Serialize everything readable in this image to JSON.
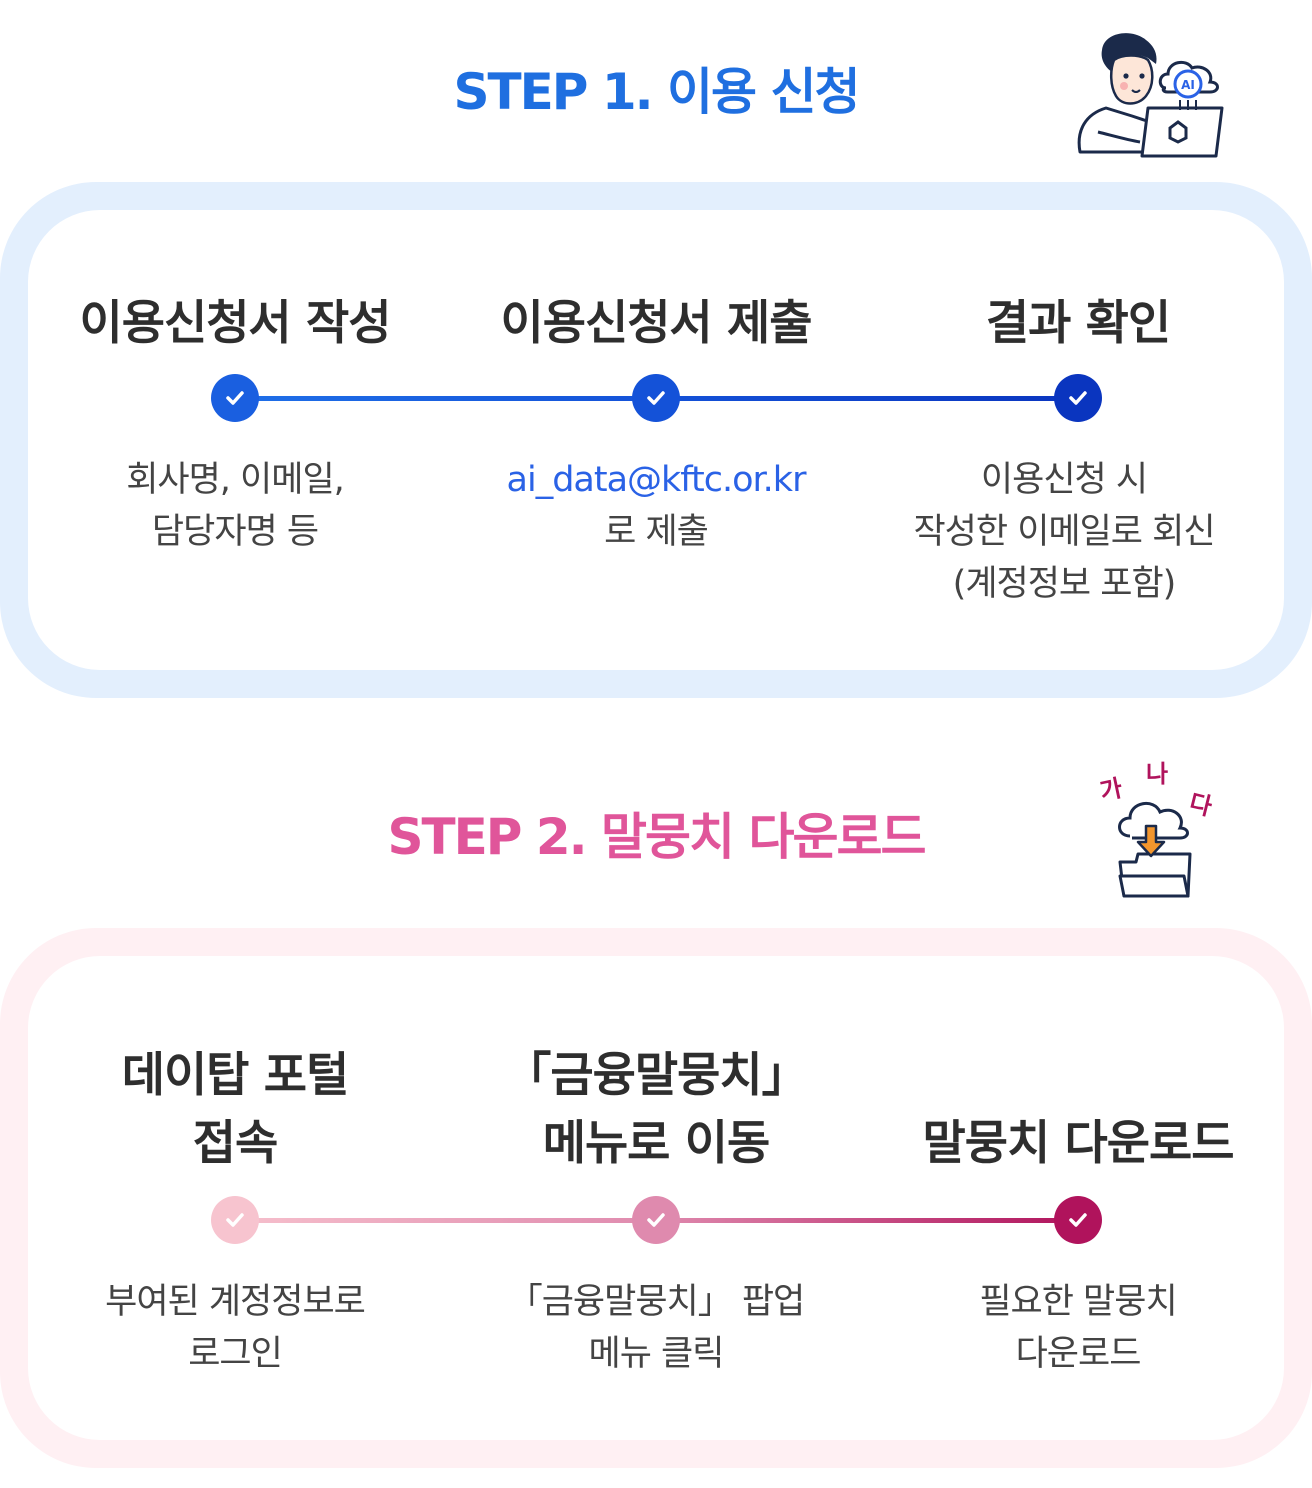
{
  "step1": {
    "title": "STEP 1.  이용 신청",
    "accent": "#1f6fe0",
    "items": [
      {
        "title": "이용신청서 작성",
        "desc_lines": [
          "회사명, 이메일,",
          "담당자명 등"
        ]
      },
      {
        "title": "이용신청서 제출",
        "desc_link": "ai_data@kftc.or.kr",
        "desc_lines": [
          "로 제출"
        ]
      },
      {
        "title": "결과 확인",
        "desc_lines": [
          "이용신청 시",
          "작성한 이메일로 회신",
          "(계정정보 포함)"
        ]
      }
    ],
    "dot_colors": [
      "#1a5fe0",
      "#1452d8",
      "#0a35bf"
    ],
    "line_colors": [
      "#1f6fe8",
      "#0b3ec2"
    ],
    "illustration_icon": "person-laptop-ai-cloud-icon",
    "illustration_badge": "AI"
  },
  "step2": {
    "title": "STEP 2.  말뭉치 다운로드",
    "accent": "#e0559a",
    "items": [
      {
        "title_lines": [
          "데이탑 포털",
          "접속"
        ],
        "desc_lines": [
          "부여된 계정정보로",
          "로그인"
        ]
      },
      {
        "title_lines": [
          "「금융말뭉치」",
          "메뉴로 이동"
        ],
        "desc_lines": [
          "「금융말뭉치」 팝업",
          "메뉴 클릭"
        ]
      },
      {
        "title_lines": [
          "말뭉치 다운로드"
        ],
        "desc_lines": [
          "필요한 말뭉치",
          "다운로드"
        ]
      }
    ],
    "dot_colors": [
      "#f7c4cf",
      "#df8aae",
      "#b0135c"
    ],
    "line_colors": [
      "#f6bfcc",
      "#b0135c"
    ],
    "illustration_icon": "cloud-download-folder-icon",
    "illustration_letters": [
      "가",
      "나",
      "다"
    ]
  }
}
